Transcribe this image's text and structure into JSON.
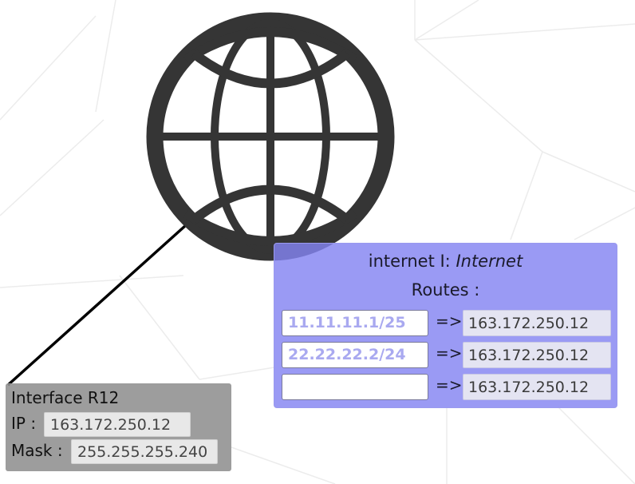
{
  "router": {
    "name": "internet I: ",
    "type": "Internet",
    "routes_label": "Routes :",
    "routes": [
      {
        "destination": "11.11.11.1/25",
        "arrow": "=>",
        "gateway": "163.172.250.12"
      },
      {
        "destination": "22.22.22.2/24",
        "arrow": "=>",
        "gateway": "163.172.250.12"
      },
      {
        "destination": "",
        "arrow": "=>",
        "gateway": "163.172.250.12"
      }
    ]
  },
  "interface": {
    "title": "Interface R12",
    "ip_label": "IP :",
    "ip_value": "163.172.250.12",
    "mask_label": "Mask :",
    "mask_value": "255.255.255.240"
  },
  "colors": {
    "globe": "#353535",
    "router_panel": "#8484f2",
    "interface_panel": "#8c8c8c",
    "link": "#000000"
  },
  "icons": {
    "internet": "globe-icon"
  }
}
